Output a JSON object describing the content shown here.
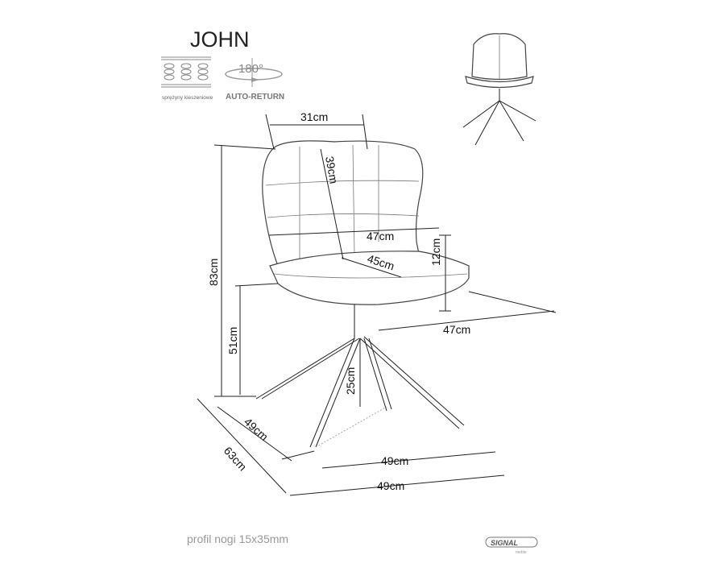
{
  "product": {
    "name": "JOHN"
  },
  "features": {
    "springs_label": "sprężyny kieszeniowe",
    "rotation_value": "180°",
    "rotation_label": "AUTO-RETURN",
    "springs_icon": "pocket-springs-icon",
    "rotation_icon": "rotate-arrow-icon"
  },
  "dimensions": {
    "back_top_width": "31cm",
    "back_height": "39cm",
    "back_width": "47cm",
    "seat_depth": "45cm",
    "seat_thickness": "12cm",
    "total_height": "83cm",
    "seat_height": "51cm",
    "seat_width": "47cm",
    "leg_height": "25cm",
    "base_depth": "49cm",
    "total_depth": "63cm",
    "base_width": "49cm",
    "total_width": "49cm"
  },
  "footer": {
    "leg_profile": "profil nogi 15x35mm",
    "brand": "SIGNAL",
    "brand_sub": "meble"
  },
  "colors": {
    "text": "#111111",
    "muted": "#999999",
    "line": "#222222"
  }
}
